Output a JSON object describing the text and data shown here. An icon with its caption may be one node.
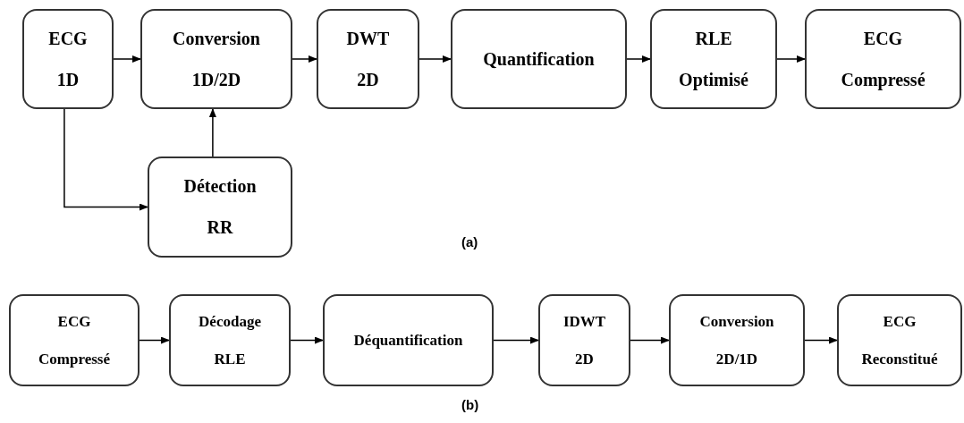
{
  "diagram": {
    "nodes": [
      {
        "text": [
          "ECG",
          "1D"
        ]
      },
      {
        "text": [
          "Conversion",
          "1D/2D"
        ]
      },
      {
        "text": [
          "DWT",
          "2D"
        ]
      },
      {
        "text": [
          "Quantification"
        ]
      },
      {
        "text": [
          "RLE",
          "Optimisé"
        ]
      },
      {
        "text": [
          "ECG",
          "Compressé"
        ]
      },
      {
        "text": [
          "Détection",
          "RR"
        ]
      },
      {
        "text": [
          "ECG",
          "Compressé"
        ]
      },
      {
        "text": [
          "Décodage",
          "RLE"
        ]
      },
      {
        "text": [
          "Déquantification"
        ]
      },
      {
        "text": [
          "IDWT",
          "2D"
        ]
      },
      {
        "text": [
          "Conversion",
          "2D/1D"
        ]
      },
      {
        "text": [
          "ECG",
          "Reconstitué"
        ]
      }
    ],
    "edges": [
      {
        "from": 0,
        "to": 1,
        "arrow": "to"
      },
      {
        "from": 1,
        "to": 2,
        "arrow": "to"
      },
      {
        "from": 2,
        "to": 3,
        "arrow": "to"
      },
      {
        "from": 3,
        "to": 4,
        "arrow": "to"
      },
      {
        "from": 4,
        "to": 5,
        "arrow": "to"
      },
      {
        "from": 0,
        "to": 6,
        "arrow": "to"
      },
      {
        "from": 6,
        "to": 1,
        "arrow": "to"
      },
      {
        "from": 7,
        "to": 8,
        "arrow": "to"
      },
      {
        "from": 8,
        "to": 9,
        "arrow": "to"
      },
      {
        "from": 9,
        "to": 10,
        "arrow": "to"
      },
      {
        "from": 10,
        "to": 11,
        "arrow": "to"
      },
      {
        "from": 11,
        "to": 12,
        "arrow": "to"
      }
    ],
    "labels": [
      "(a)",
      "(b)"
    ]
  }
}
